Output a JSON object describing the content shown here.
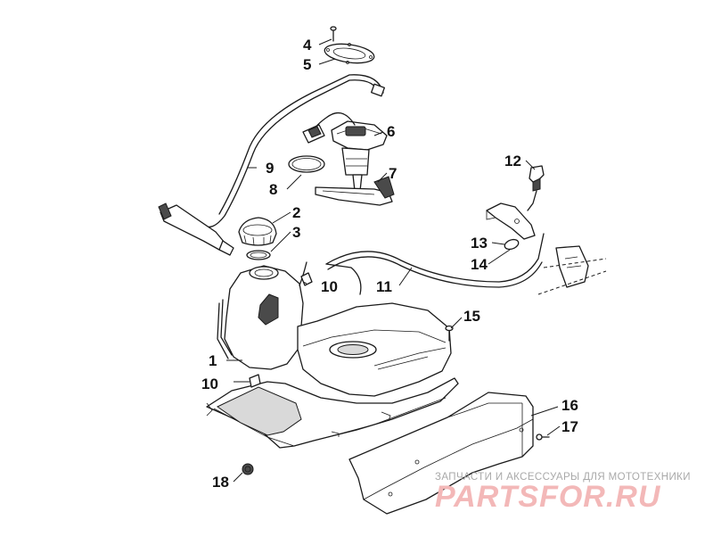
{
  "callouts": [
    {
      "id": "1",
      "label": "1"
    },
    {
      "id": "2",
      "label": "2"
    },
    {
      "id": "3",
      "label": "3"
    },
    {
      "id": "4",
      "label": "4"
    },
    {
      "id": "5",
      "label": "5"
    },
    {
      "id": "6",
      "label": "6"
    },
    {
      "id": "7",
      "label": "7"
    },
    {
      "id": "8",
      "label": "8"
    },
    {
      "id": "9",
      "label": "9"
    },
    {
      "id": "10a",
      "label": "10"
    },
    {
      "id": "10b",
      "label": "10"
    },
    {
      "id": "11",
      "label": "11"
    },
    {
      "id": "12",
      "label": "12"
    },
    {
      "id": "13",
      "label": "13"
    },
    {
      "id": "14",
      "label": "14"
    },
    {
      "id": "15",
      "label": "15"
    },
    {
      "id": "16",
      "label": "16"
    },
    {
      "id": "17",
      "label": "17"
    },
    {
      "id": "18",
      "label": "18"
    }
  ],
  "watermark": {
    "subtitle": "ЗАПЧАСТИ И АКСЕССУАРЫ ДЛЯ МОТОТЕХНИКИ",
    "brand": "PARTSFOR.RU"
  }
}
